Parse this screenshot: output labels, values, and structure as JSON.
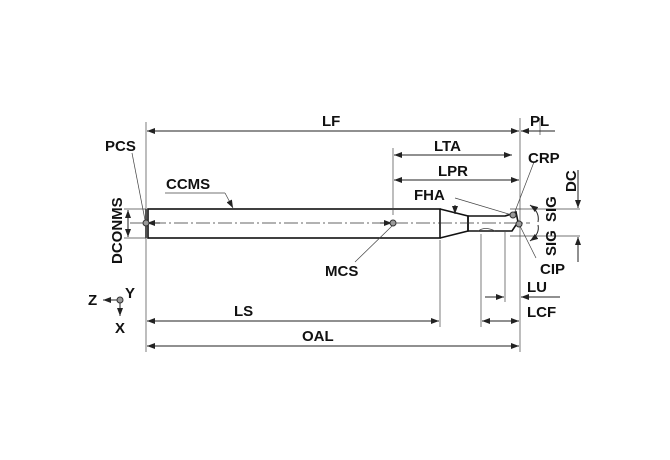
{
  "diagram": {
    "title": "End mill dimension diagram",
    "labels": {
      "lf": "LF",
      "pl": "PL",
      "lta": "LTA",
      "lpr": "LPR",
      "crp": "CRP",
      "pcs": "PCS",
      "ccms": "CCMS",
      "fha": "FHA",
      "dc": "DC",
      "sig_top": "SIG",
      "sig_bottom": "SIG",
      "cip": "CIP",
      "dconms": "DCONMS",
      "mcs": "MCS",
      "lu": "LU",
      "lcf": "LCF",
      "ls": "LS",
      "oal": "OAL",
      "axis_z": "Z",
      "axis_y": "Y",
      "axis_x": "X"
    }
  }
}
